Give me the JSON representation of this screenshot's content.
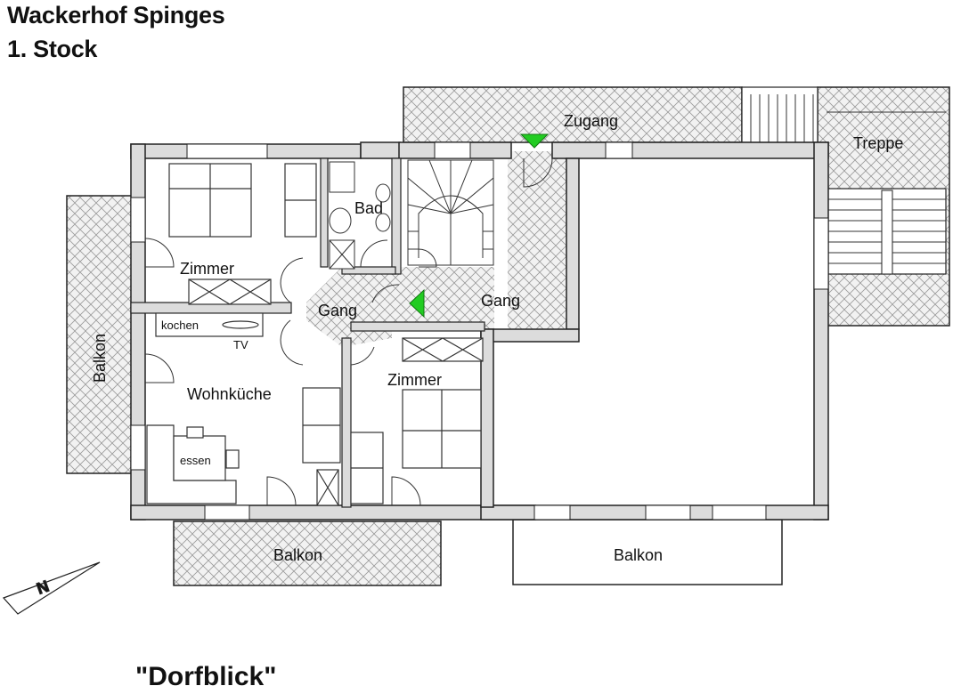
{
  "header": {
    "title": "Wackerhof Spinges",
    "floor": "1. Stock"
  },
  "apartment_name": "\"Dorfblick\"",
  "rooms": {
    "zimmer_1": "Zimmer",
    "zimmer_2": "Zimmer",
    "bad": "Bad",
    "gang_1": "Gang",
    "gang_2": "Gang",
    "wohnkueche": "Wohnküche",
    "zugang": "Zugang",
    "treppe": "Treppe",
    "balkon_west": "Balkon",
    "balkon_south": "Balkon",
    "balkon_east": "Balkon"
  },
  "furniture": {
    "kochen": "kochen",
    "tv": "TV",
    "essen": "essen"
  },
  "north_arrow": "N",
  "colors": {
    "wall_fill": "#dcdcdc",
    "wall_stroke": "#222222",
    "hatch": "#9a9a9a",
    "entrance_arrow": "#22cc22"
  }
}
